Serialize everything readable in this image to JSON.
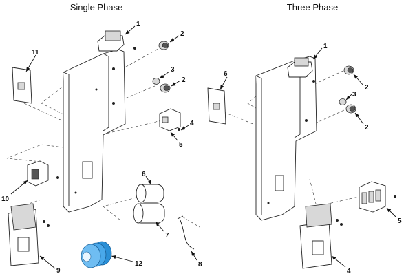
{
  "diagram": {
    "left_title": "Single Phase",
    "right_title": "Three Phase",
    "callouts_left": [
      "1",
      "2",
      "3",
      "2",
      "11",
      "4",
      "5",
      "6",
      "10",
      "7",
      "8",
      "9",
      "12"
    ],
    "callouts_right": [
      "1",
      "6",
      "2",
      "3",
      "2",
      "5",
      "4"
    ]
  }
}
